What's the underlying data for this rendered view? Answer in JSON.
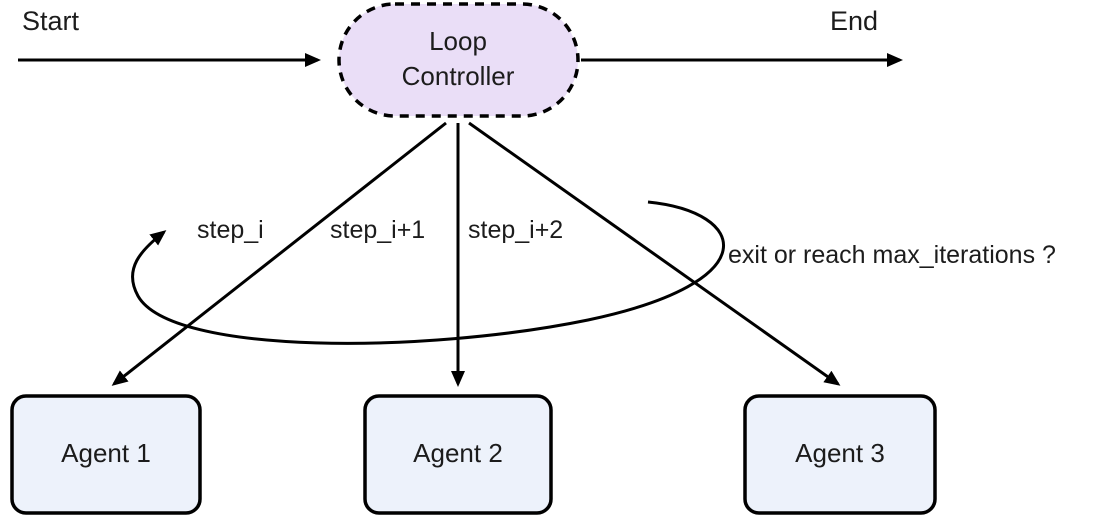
{
  "diagram": {
    "start_label": "Start",
    "end_label": "End",
    "controller": {
      "line1": "Loop",
      "line2": "Controller"
    },
    "step_labels": [
      "step_i",
      "step_i+1",
      "step_i+2"
    ],
    "exit_label": "exit or reach max_iterations ?",
    "agents": [
      "Agent 1",
      "Agent 2",
      "Agent 3"
    ],
    "colors": {
      "controller_fill": "#eadef7",
      "agent_fill": "#edf2fb",
      "stroke": "#000000"
    }
  }
}
